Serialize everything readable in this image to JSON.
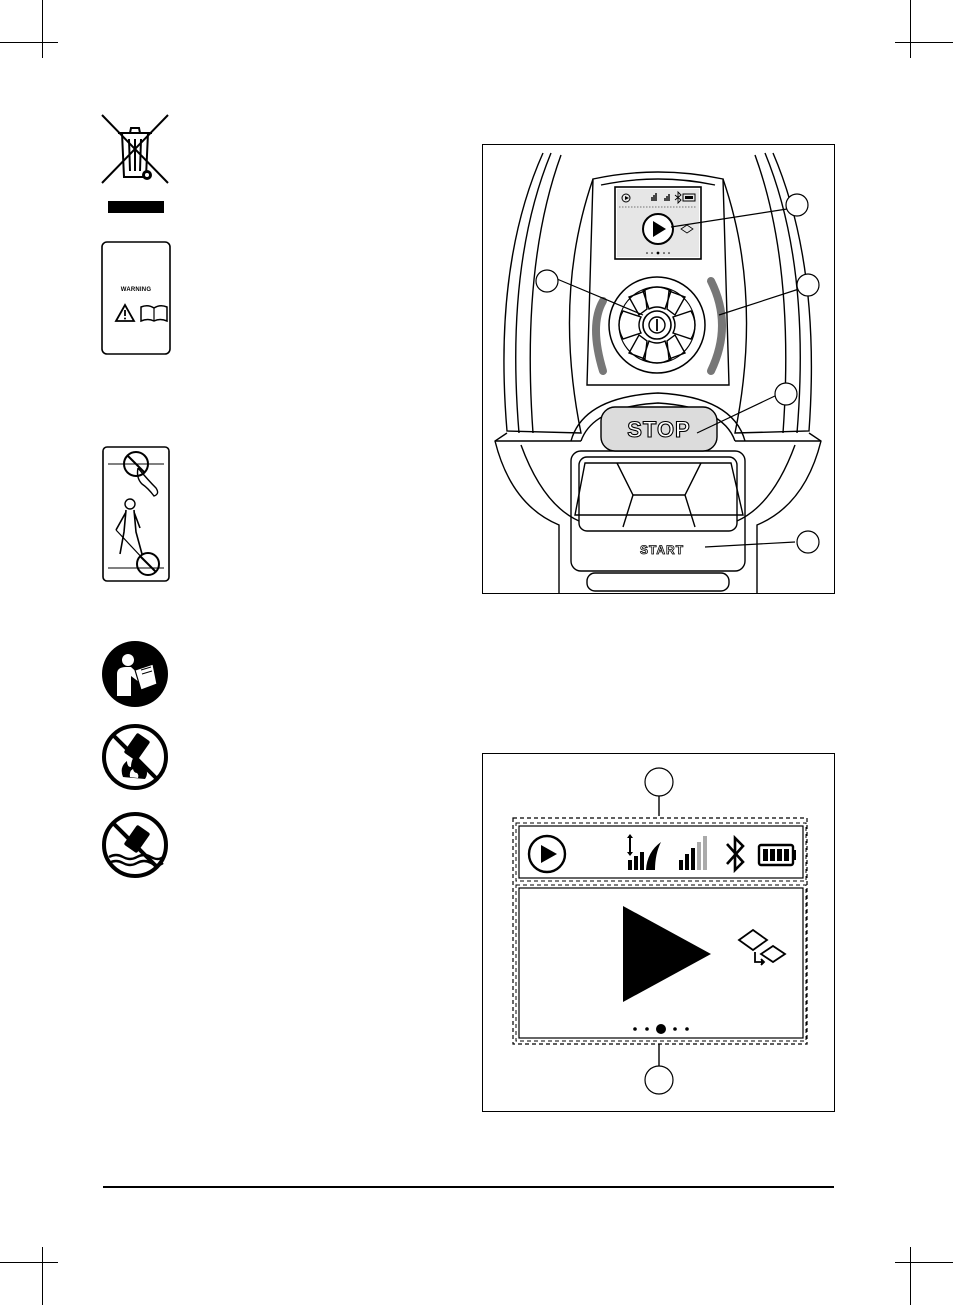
{
  "page": {
    "footer_tiny": ""
  },
  "symbols": [
    {
      "name": "weee-crossed-bin-icon",
      "label": ""
    },
    {
      "name": "warning-read-manual-label",
      "label": "WARNING"
    },
    {
      "name": "keep-hands-feet-away-label",
      "label": ""
    },
    {
      "name": "read-manual-icon",
      "label": ""
    },
    {
      "name": "no-fire-battery-icon",
      "label": ""
    },
    {
      "name": "no-water-battery-icon",
      "label": ""
    }
  ],
  "mower_figure": {
    "stop_label": "STOP",
    "start_label": "START",
    "callouts": [
      "",
      "",
      "",
      "",
      ""
    ]
  },
  "display_figure": {
    "callouts": [
      "",
      ""
    ],
    "pager_dots": 5,
    "active_dot": 2,
    "battery_level": 1.0
  }
}
